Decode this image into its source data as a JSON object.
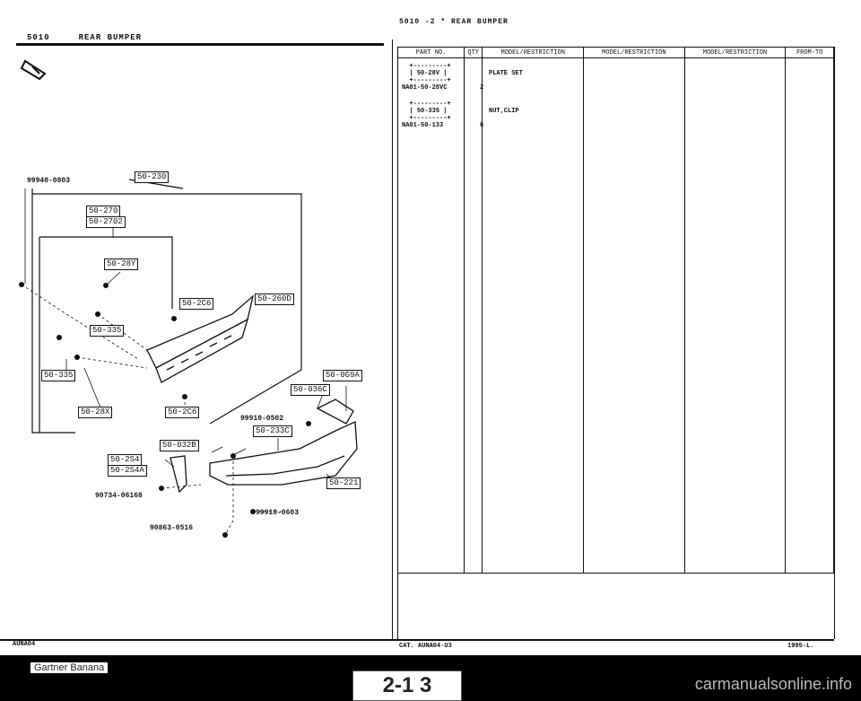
{
  "header": {
    "section_code": "5010",
    "section_title": "REAR BUMPER",
    "top_center": "5010 -2 * REAR BUMPER"
  },
  "table": {
    "columns": [
      "PART NO.",
      "QTY",
      "MODEL/RESTRICTION",
      "MODEL/RESTRICTION",
      "MODEL/RESTRICTION",
      "FROM-TO"
    ],
    "entries": [
      {
        "ref": "50-28V",
        "part_no": "NA01-50-28VC",
        "qty": "2",
        "description": "PLATE SET"
      },
      {
        "ref": "50-335",
        "part_no": "NA01-50-133",
        "qty": "6",
        "description": "NUT,CLIP"
      }
    ]
  },
  "diagram": {
    "box_labels": [
      "50-230",
      "50-270",
      "50-2702",
      "50-28Y",
      "50-2C6",
      "50-260D",
      "50-335",
      "50-335",
      "50-28X",
      "50-2C6",
      "50-0G9A",
      "50-036C",
      "50-233C",
      "50-032B",
      "50-2S4",
      "50-2S4A",
      "50-221"
    ],
    "plain_labels": [
      "99940-0803",
      "99910-0502",
      "90734-06168",
      "99910-0603",
      "90863-0516"
    ]
  },
  "footer": {
    "left_code": "AUNA04",
    "center": "CAT. AUNA04-U3",
    "right": "1995-L.",
    "watermark": "Gartner Banana",
    "page_number": "2-1 3",
    "site": "carmanualsonline.info"
  }
}
